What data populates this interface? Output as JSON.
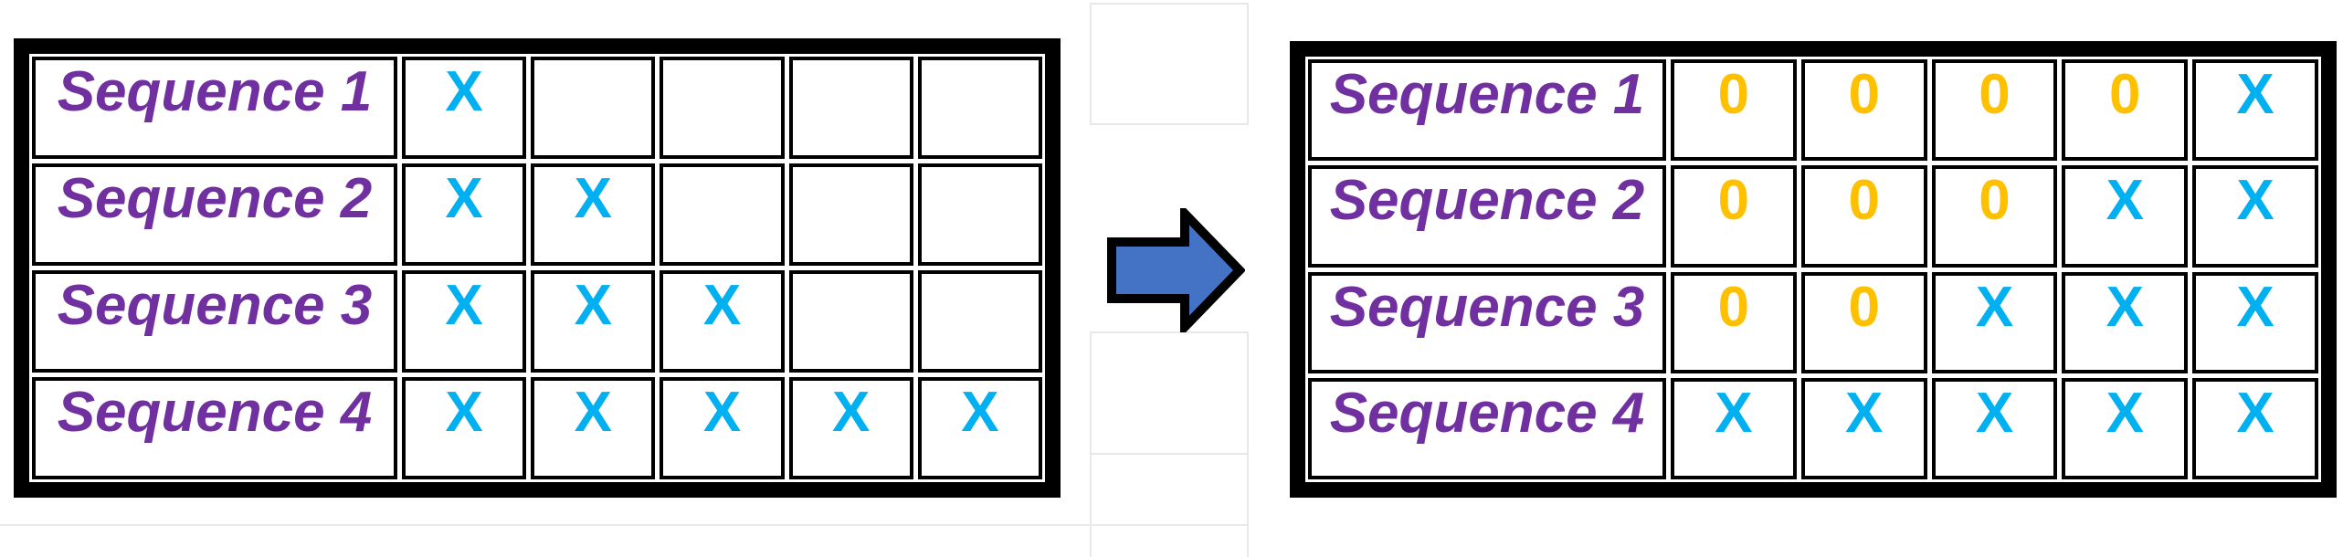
{
  "colors": {
    "label_text": "#7030A0",
    "x_mark": "#00B0F0",
    "zero_mark": "#FFC000",
    "arrow_fill": "#4472C4",
    "arrow_outline": "#000000",
    "table_border": "#000000",
    "background": "#FFFFFF"
  },
  "arrow": {
    "icon": "right-arrow"
  },
  "left_table": {
    "rows": [
      {
        "label": "Sequence 1",
        "cells": [
          "X",
          "",
          "",
          "",
          ""
        ]
      },
      {
        "label": "Sequence 2",
        "cells": [
          "X",
          "X",
          "",
          "",
          ""
        ]
      },
      {
        "label": "Sequence 3",
        "cells": [
          "X",
          "X",
          "X",
          "",
          ""
        ]
      },
      {
        "label": "Sequence 4",
        "cells": [
          "X",
          "X",
          "X",
          "X",
          "X"
        ]
      }
    ]
  },
  "right_table": {
    "rows": [
      {
        "label": "Sequence 1",
        "cells": [
          "0",
          "0",
          "0",
          "0",
          "X"
        ]
      },
      {
        "label": "Sequence 2",
        "cells": [
          "0",
          "0",
          "0",
          "X",
          "X"
        ]
      },
      {
        "label": "Sequence 3",
        "cells": [
          "0",
          "0",
          "X",
          "X",
          "X"
        ]
      },
      {
        "label": "Sequence 4",
        "cells": [
          "X",
          "X",
          "X",
          "X",
          "X"
        ]
      }
    ]
  }
}
